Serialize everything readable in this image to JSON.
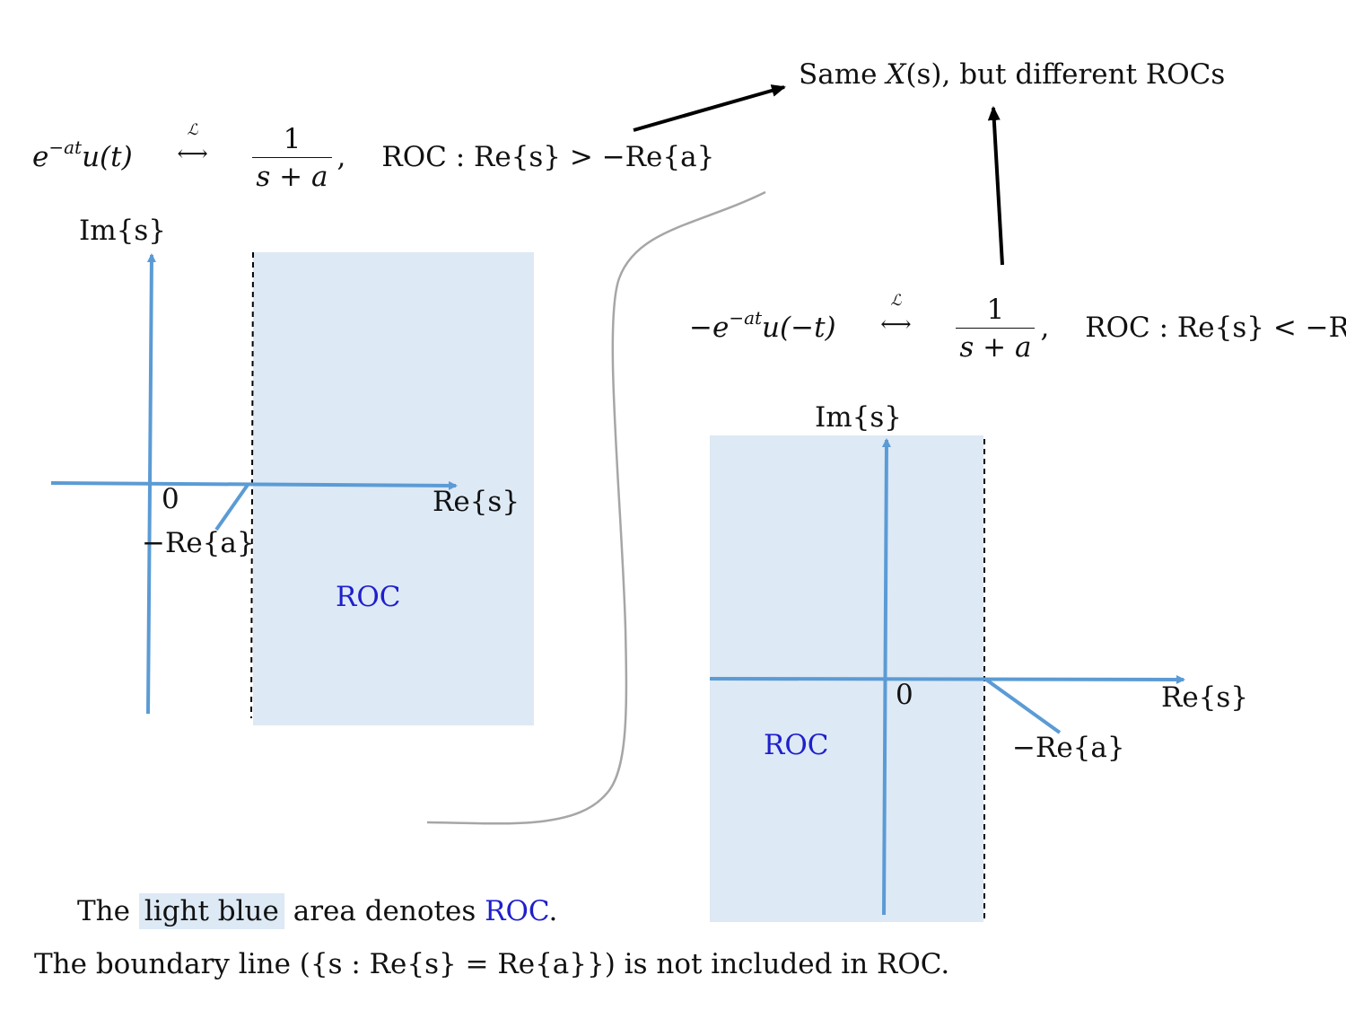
{
  "colors": {
    "roc_fill": "#dde9f5",
    "axis": "#5b9bd5",
    "roc_label": "#1f1fcc",
    "text": "#111111",
    "brace": "#a6a6a6"
  },
  "callout": {
    "pre": "Same ",
    "x": "X",
    "arg": "(s)",
    "post": ", but different ROCs"
  },
  "eq1": {
    "lhs_base": "e",
    "lhs_exp": "−at",
    "lhs_rest": "u(t)",
    "op_label": "ℒ",
    "op_arrow": "⟷",
    "numerator": "1",
    "denominator": "s + a",
    "comma": ",",
    "roc": "ROC : Re{s} > −Re{a}"
  },
  "eq2": {
    "lhs_base": "−e",
    "lhs_exp": "−at",
    "lhs_rest": "u(−t)",
    "op_label": "ℒ",
    "op_arrow": "⟷",
    "numerator": "1",
    "denominator": "s + a",
    "comma": ",",
    "roc": "ROC : Re{s} < −Re{a}"
  },
  "left_plot": {
    "im_label": "Im{s}",
    "re_label": "Re{s}",
    "origin": "0",
    "boundary_label": "−Re{a}",
    "roc_label": "ROC"
  },
  "right_plot": {
    "im_label": "Im{s}",
    "re_label": "Re{s}",
    "origin": "0",
    "boundary_label": "−Re{a}",
    "roc_label": "ROC"
  },
  "caption1": {
    "pre": "The ",
    "highlight": "light blue",
    "mid": " area denotes ",
    "roc": "ROC",
    "post": "."
  },
  "caption2": "The boundary line ({s : Re{s} = Re{a}}) is not included in ROC."
}
